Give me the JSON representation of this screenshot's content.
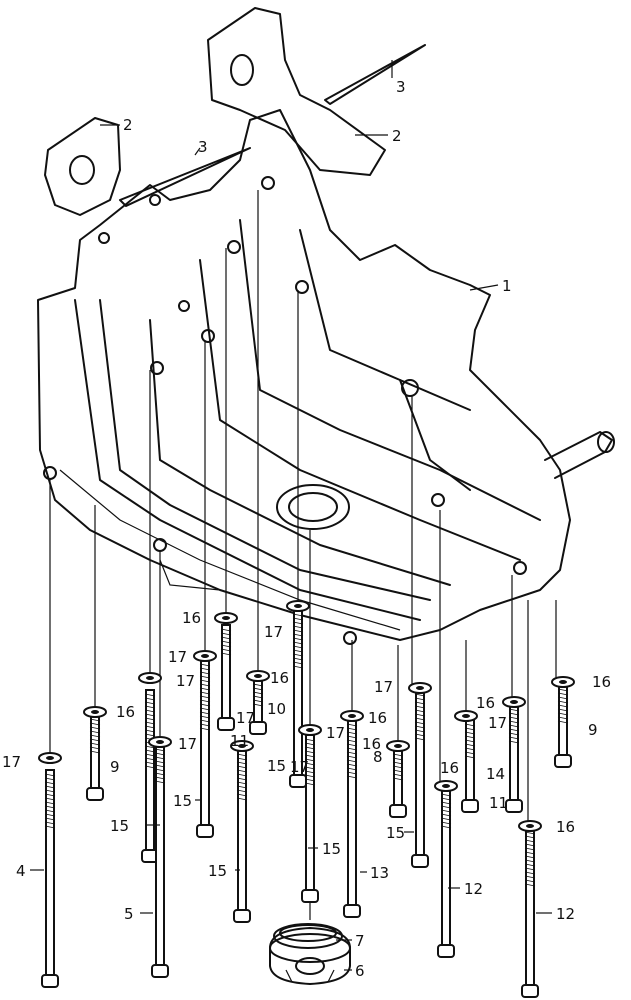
{
  "callouts": [
    {
      "id": "c1",
      "text": "1"
    },
    {
      "id": "c2a",
      "text": "2"
    },
    {
      "id": "c2b",
      "text": "2"
    },
    {
      "id": "c3a",
      "text": "3"
    },
    {
      "id": "c3b",
      "text": "3"
    },
    {
      "id": "c4",
      "text": "4"
    },
    {
      "id": "c5",
      "text": "5"
    },
    {
      "id": "c6",
      "text": "6"
    },
    {
      "id": "c7",
      "text": "7"
    },
    {
      "id": "c8",
      "text": "8"
    },
    {
      "id": "c9a",
      "text": "9"
    },
    {
      "id": "c9b",
      "text": "9"
    },
    {
      "id": "c10",
      "text": "10"
    },
    {
      "id": "c11a",
      "text": "11"
    },
    {
      "id": "c11b",
      "text": "11"
    },
    {
      "id": "c12a",
      "text": "12"
    },
    {
      "id": "c12b",
      "text": "12"
    },
    {
      "id": "c13",
      "text": "13"
    },
    {
      "id": "c14",
      "text": "14"
    },
    {
      "id": "c15a",
      "text": "15"
    },
    {
      "id": "c15b",
      "text": "15"
    },
    {
      "id": "c15c",
      "text": "15"
    },
    {
      "id": "c15d",
      "text": "15"
    },
    {
      "id": "c15e",
      "text": "15"
    },
    {
      "id": "c15f",
      "text": "15"
    },
    {
      "id": "c16a",
      "text": "16"
    },
    {
      "id": "c16b",
      "text": "16"
    },
    {
      "id": "c16c",
      "text": "16"
    },
    {
      "id": "c16d",
      "text": "16"
    },
    {
      "id": "c16e",
      "text": "16"
    },
    {
      "id": "c16f",
      "text": "16"
    },
    {
      "id": "c16g",
      "text": "16"
    },
    {
      "id": "c16h",
      "text": "16"
    },
    {
      "id": "c16i",
      "text": "16"
    },
    {
      "id": "c17a",
      "text": "17"
    },
    {
      "id": "c17b",
      "text": "17"
    },
    {
      "id": "c17c",
      "text": "17"
    },
    {
      "id": "c17d",
      "text": "17"
    },
    {
      "id": "c17e",
      "text": "17"
    },
    {
      "id": "c17f",
      "text": "17"
    },
    {
      "id": "c17g",
      "text": "17"
    },
    {
      "id": "c17h",
      "text": "17"
    },
    {
      "id": "c17i",
      "text": "17"
    },
    {
      "id": "c17j",
      "text": "17"
    }
  ]
}
